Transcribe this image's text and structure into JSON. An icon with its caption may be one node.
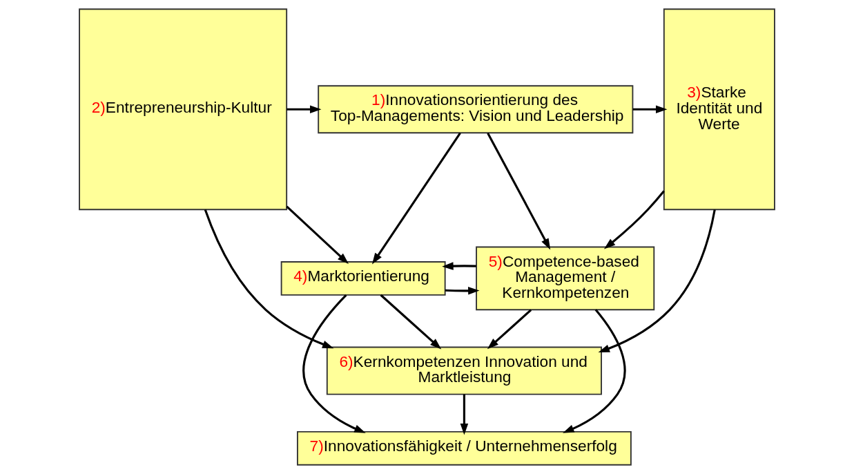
{
  "diagram": {
    "nodes": [
      {
        "text": [
          "1)",
          "Innovationsorientierung des Top-Managements: Vision und Leadership"
        ]
      },
      {
        "text": [
          "2)",
          "Entrepreneurship-Kultur"
        ]
      },
      {
        "text": [
          "3)",
          "Starke Identität und Werte"
        ]
      },
      {
        "text": [
          "4)",
          "Marktorientierung"
        ]
      },
      {
        "text": [
          "5)",
          "Competence-based Management / Kernkompetenzen"
        ]
      },
      {
        "text": [
          "6)",
          "Kernkompetenzen Innovation und Marktleistung"
        ]
      },
      {
        "text": [
          "7)",
          "Innovationsfähigkeit / Unternehmenserfolg"
        ]
      }
    ],
    "edges": [
      {
        "from": 1,
        "to": 0,
        "arrow": "to"
      },
      {
        "from": 0,
        "to": 2,
        "arrow": "to"
      },
      {
        "from": 0,
        "to": 3,
        "arrow": "to"
      },
      {
        "from": 0,
        "to": 4,
        "arrow": "to"
      },
      {
        "from": 1,
        "to": 3,
        "arrow": "to"
      },
      {
        "from": 3,
        "to": 4,
        "arrow": "to"
      },
      {
        "from": 4,
        "to": 3,
        "arrow": "to"
      },
      {
        "from": 2,
        "to": 4,
        "arrow": "to"
      },
      {
        "from": 3,
        "to": 6,
        "arrow": "to"
      },
      {
        "from": 3,
        "to": 5,
        "arrow": "to"
      },
      {
        "from": 4,
        "to": 5,
        "arrow": "to"
      },
      {
        "from": 4,
        "to": 6,
        "arrow": "to"
      },
      {
        "from": 1,
        "to": 5,
        "arrow": "to"
      },
      {
        "from": 2,
        "to": 5,
        "arrow": "to"
      },
      {
        "from": 5,
        "to": 6,
        "arrow": "to"
      }
    ]
  }
}
